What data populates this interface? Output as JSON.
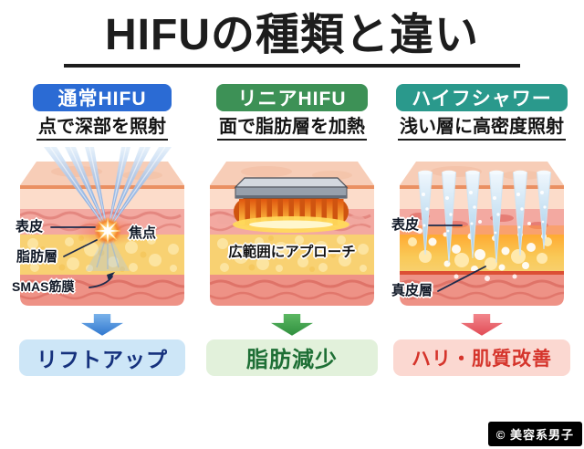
{
  "page": {
    "title": "HIFUの種類と違い",
    "watermark": "© 美容系男子",
    "background": "#ffffff",
    "title_color": "#1d1d1d"
  },
  "columns": [
    {
      "header": "通常HIFU",
      "header_bg": "#2b6bd4",
      "subtitle": "点で深部を照射",
      "labels": {
        "epidermis": "表皮",
        "focus": "焦点",
        "fat": "脂肪層",
        "smas": "SMAS筋膜"
      },
      "arrow_icon": "down-arrow",
      "arrow_color": "#3b7fd3",
      "result": "リフトアップ",
      "result_bg": "#cde6f7",
      "result_color": "#15317d"
    },
    {
      "header": "リニアHIFU",
      "header_bg": "#3d9156",
      "subtitle": "面で脂肪層を加熱",
      "caption": "広範囲にアプローチ",
      "arrow_icon": "down-arrow",
      "arrow_color": "#3c9c4a",
      "result": "脂肪減少",
      "result_bg": "#e2f1db",
      "result_color": "#1e6f35"
    },
    {
      "header": "ハイフシャワー",
      "header_bg": "#2a998c",
      "subtitle": "浅い層に高密度照射",
      "labels": {
        "epidermis": "表皮",
        "dermis": "真皮層"
      },
      "arrow_icon": "down-arrow",
      "arrow_color": "#e85b63",
      "result": "ハリ・肌質改善",
      "result_bg": "#fbd8d1",
      "result_color": "#d5342b"
    }
  ]
}
